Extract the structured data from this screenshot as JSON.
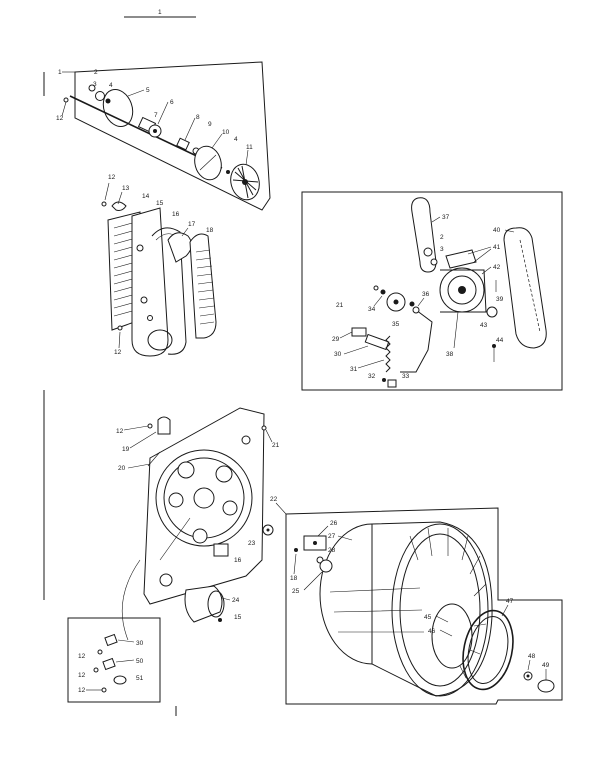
{
  "page_marker": "1",
  "colors": {
    "ink": "#1a1a1a",
    "paper": "#ffffff"
  },
  "callouts": {
    "c1": "1",
    "c2": "2",
    "c3": "3",
    "c4": "4",
    "c5": "5",
    "c6": "6",
    "c7": "7",
    "c8": "8",
    "c9": "9",
    "c10": "10",
    "c4b": "4",
    "c11": "11",
    "c12a": "12",
    "c12b": "12",
    "c13": "13",
    "c14": "14",
    "c15": "15",
    "c16": "16",
    "c17": "17",
    "c18": "18",
    "c12c": "12",
    "c37": "37",
    "c2b": "2",
    "c3b": "3",
    "c41": "41",
    "c42": "42",
    "c40": "40",
    "c34": "34",
    "c36": "36",
    "c21a": "21",
    "c35": "35",
    "c39": "39",
    "c29": "29",
    "c30a": "30",
    "c38": "38",
    "c43": "43",
    "c44": "44",
    "c31": "31",
    "c32": "32",
    "c33": "33",
    "c12d": "12",
    "c19": "19",
    "c20": "20",
    "c21b": "21",
    "c22": "22",
    "c23": "23",
    "c16b": "16",
    "c24": "24",
    "c15b": "15",
    "c26": "26",
    "c27": "27",
    "c28": "28",
    "c18b": "18",
    "c25": "25",
    "c47": "47",
    "c45": "45",
    "c46": "46",
    "c48": "48",
    "c49": "49",
    "c30b": "30",
    "c50": "50",
    "c51": "51",
    "c12e": "12",
    "c12f": "12",
    "c12g": "12"
  }
}
